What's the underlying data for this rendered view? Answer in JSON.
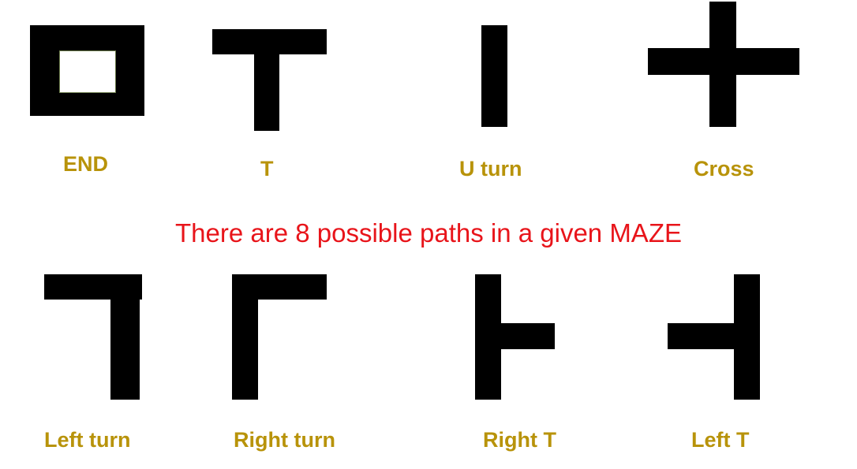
{
  "headline": {
    "text": "There are 8 possible paths in a given MAZE",
    "color": "#e8141a"
  },
  "label_color": "#b8930a",
  "shape_color": "#000000",
  "paths": [
    {
      "id": "end",
      "label": "END",
      "icon": "end-square-icon"
    },
    {
      "id": "t",
      "label": "T",
      "icon": "t-junction-icon"
    },
    {
      "id": "u-turn",
      "label": "U turn",
      "icon": "u-turn-bar-icon"
    },
    {
      "id": "cross",
      "label": "Cross",
      "icon": "cross-junction-icon"
    },
    {
      "id": "left-turn",
      "label": "Left turn",
      "icon": "left-turn-icon"
    },
    {
      "id": "right-turn",
      "label": "Right turn",
      "icon": "right-turn-icon"
    },
    {
      "id": "right-t",
      "label": "Right T",
      "icon": "right-t-junction-icon"
    },
    {
      "id": "left-t",
      "label": "Left T",
      "icon": "left-t-junction-icon"
    }
  ]
}
